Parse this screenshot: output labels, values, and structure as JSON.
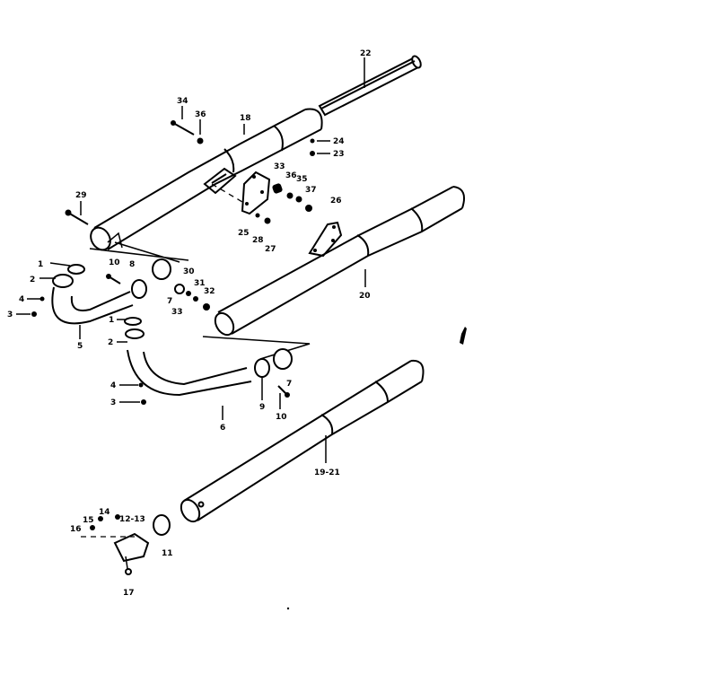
{
  "diagram": {
    "labels": {
      "l1a": "1",
      "l2a": "2",
      "l3a": "3",
      "l4a": "4",
      "l5": "5",
      "l1b": "1",
      "l2b": "2",
      "l3b": "3",
      "l4b": "4",
      "l6": "6",
      "l7a": "7",
      "l7b": "7",
      "l8": "8",
      "l9": "9",
      "l10a": "10",
      "l10b": "10",
      "l11": "11",
      "l1213": "12-13",
      "l14": "14",
      "l15": "15",
      "l16": "16",
      "l17": "17",
      "l18": "18",
      "l1921": "19-21",
      "l20": "20",
      "l22": "22",
      "l23": "23",
      "l24": "24",
      "l25": "25",
      "l26": "26",
      "l27": "27",
      "l28": "28",
      "l29": "29",
      "l30": "30",
      "l31": "31",
      "l32": "32",
      "l33a": "33",
      "l33b": "33",
      "l34": "34",
      "l35": "35",
      "l36a": "36",
      "l36b": "36",
      "l37": "37"
    }
  }
}
